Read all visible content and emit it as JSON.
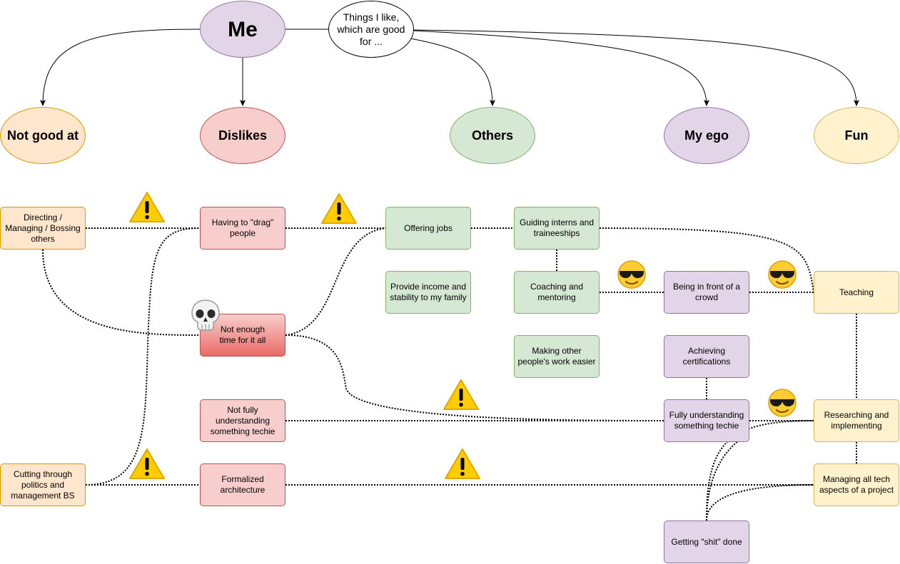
{
  "me": "Me",
  "things_i_like": "Things I like, which are good for ...",
  "categories": {
    "not_good_at": "Not good at",
    "dislikes": "Dislikes",
    "others": "Others",
    "my_ego": "My ego",
    "fun": "Fun"
  },
  "items": {
    "directing": "Directing / Managing / Bossing others",
    "cutting": "Cutting through politics and management BS",
    "drag_people": "Having to \"drag\" people",
    "not_enough_time": "Not enough time for it all",
    "not_fully_understanding": "Not fully understanding something techie",
    "formalized_architecture": "Formalized architecture",
    "offering_jobs": "Offering jobs",
    "provide_income": "Provide income and stability to my family",
    "guiding_interns": "Guiding interns and traineeships",
    "coaching": "Coaching and mentoring",
    "making_easier": "Making other people's work easier",
    "front_of_crowd": "Being in front of a crowd",
    "certifications": "Achieving certifications",
    "fully_understanding": "Fully understanding something techie",
    "getting_done": "Getting \"shit\" done",
    "teaching": "Teaching",
    "researching": "Researching and implementing",
    "managing_tech": "Managing all tech aspects of a project"
  },
  "icons": [
    "warning-icon",
    "skull-icon",
    "sunglasses-face-icon"
  ]
}
